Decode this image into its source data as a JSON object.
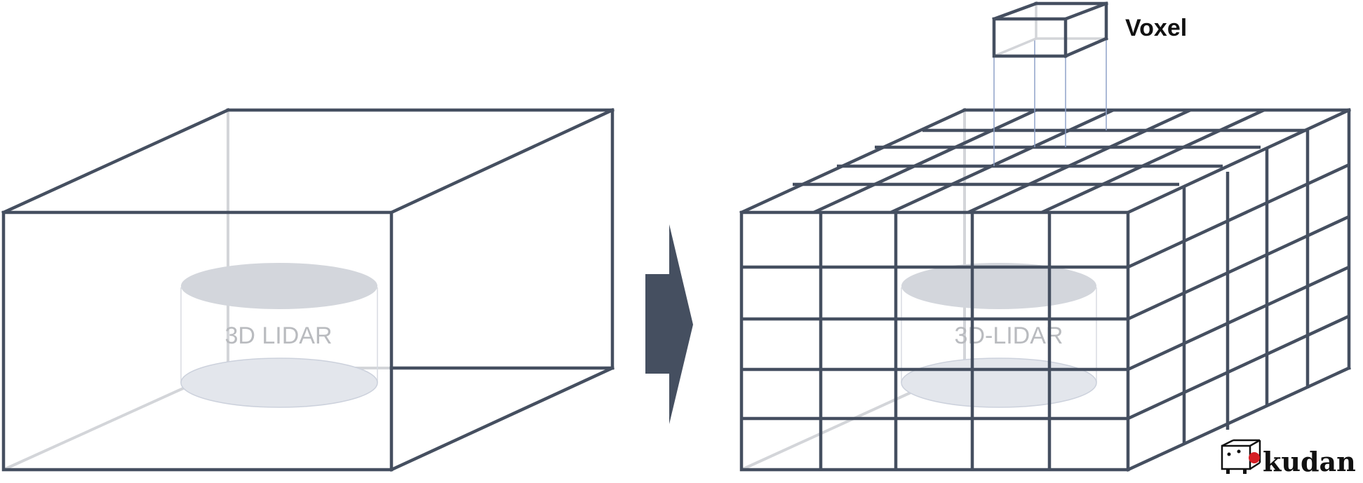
{
  "left_box": {
    "lidar_label": "3D LIDAR"
  },
  "right_box": {
    "lidar_label": "3D-LIDAR",
    "voxel_label": "Voxel"
  },
  "logo": {
    "text": "kudan"
  },
  "colors": {
    "frame": "#454f60",
    "hidden_edge": "#d3d5d9",
    "cylinder_top": "#d3d6dc",
    "cylinder_bottom": "#e3e6ec",
    "projection_lines": "#8fa2c8",
    "arrow": "#454f60"
  }
}
